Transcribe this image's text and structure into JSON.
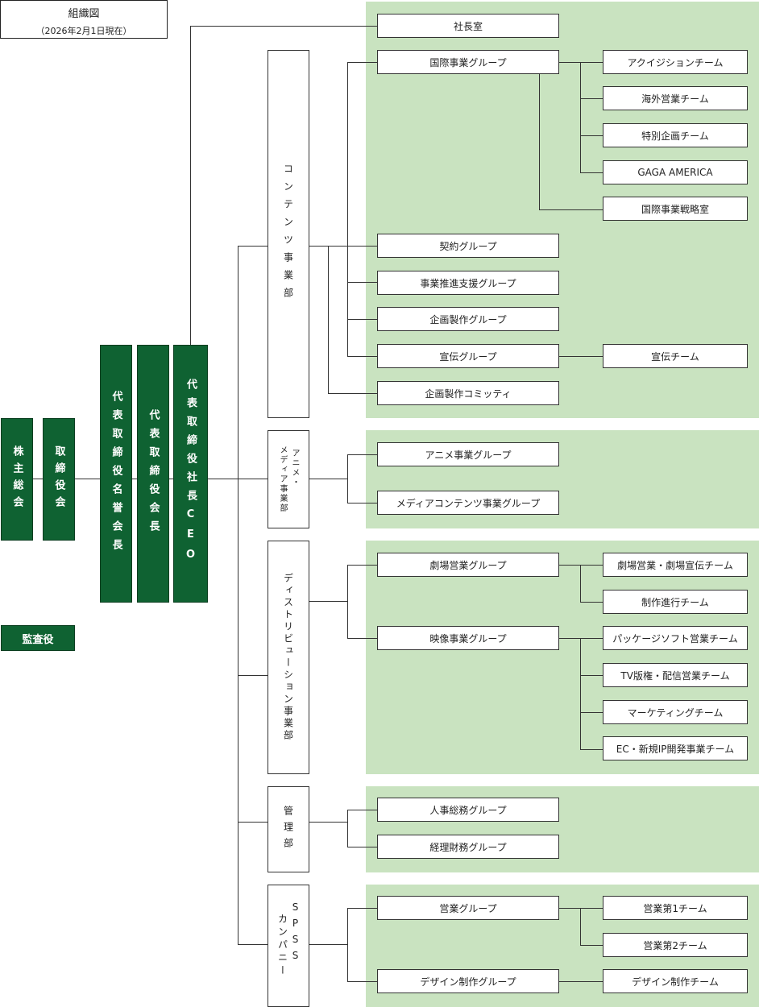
{
  "header": {
    "title": "組織図",
    "date": "（2026年2月1日現在）"
  },
  "executives": {
    "shareholders": "株主総会",
    "board": "取締役会",
    "honorary_chairman": "代表取締役名誉会長",
    "chairman": "代表取締役会長",
    "president": "代表取締役社長CEO",
    "auditor": "監査役"
  },
  "departments": {
    "content": "コンテンツ事業部",
    "anime_top": "アニメ・",
    "anime_bottom": "メディア事業部",
    "distribution": "ディストリビューション事業部",
    "admin": "管理部",
    "spss_top": "SPSS",
    "spss_bottom": "カンパニー"
  },
  "groups": {
    "president_office": "社長室",
    "intl": "国際事業グループ",
    "contract": "契約グループ",
    "biz_support": "事業推進支援グループ",
    "planning": "企画製作グループ",
    "promo": "宣伝グループ",
    "committee": "企画製作コミッティ",
    "anime": "アニメ事業グループ",
    "media_content": "メディアコンテンツ事業グループ",
    "theater_sales": "劇場営業グループ",
    "video": "映像事業グループ",
    "hr": "人事総務グループ",
    "accounting": "経理財務グループ",
    "sales": "営業グループ",
    "design": "デザイン制作グループ"
  },
  "teams": {
    "acquisition": "アクイジションチーム",
    "overseas_sales": "海外営業チーム",
    "special_planning": "特別企画チーム",
    "gaga_america": "GAGA AMERICA",
    "intl_strategy": "国際事業戦略室",
    "promo_team": "宣伝チーム",
    "theater_promo": "劇場営業・劇場宣伝チーム",
    "production_progress": "制作進行チーム",
    "package": "パッケージソフト営業チーム",
    "tv_rights": "TV版権・配信営業チーム",
    "marketing": "マーケティングチーム",
    "ec_ip": "EC・新規IP開発事業チーム",
    "sales1": "営業第1チーム",
    "sales2": "営業第2チーム",
    "design_team": "デザイン制作チーム"
  },
  "colors": {
    "exec_green": "#0f6232",
    "panel_green": "#c9e3c0"
  }
}
